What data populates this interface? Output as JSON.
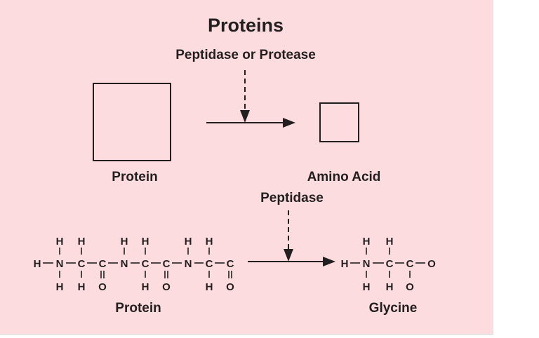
{
  "diagram": {
    "title": "Proteins",
    "top_section": {
      "enzyme_label": "Peptidase or Protease",
      "substrate_label": "Protein",
      "product_label": "Amino Acid"
    },
    "bottom_section": {
      "enzyme_label": "Peptidase",
      "substrate_label": "Protein",
      "product_label": "Glycine",
      "protein_chain": {
        "top_row": [
          "H",
          "H",
          "H",
          "H",
          "H",
          "H"
        ],
        "main_row": [
          "H",
          "N",
          "C",
          "C",
          "N",
          "C",
          "C",
          "N",
          "C",
          "C"
        ],
        "bottom_row": [
          "H",
          "H",
          "O",
          "H",
          "O",
          "H",
          "O"
        ]
      },
      "glycine": {
        "top_row": [
          "H",
          "H"
        ],
        "main_row": [
          "H",
          "N",
          "C",
          "C",
          "O"
        ],
        "bottom_row": [
          "H",
          "H",
          "O"
        ]
      }
    },
    "colors": {
      "background": "#fddcdf",
      "ink": "#231f20"
    }
  }
}
